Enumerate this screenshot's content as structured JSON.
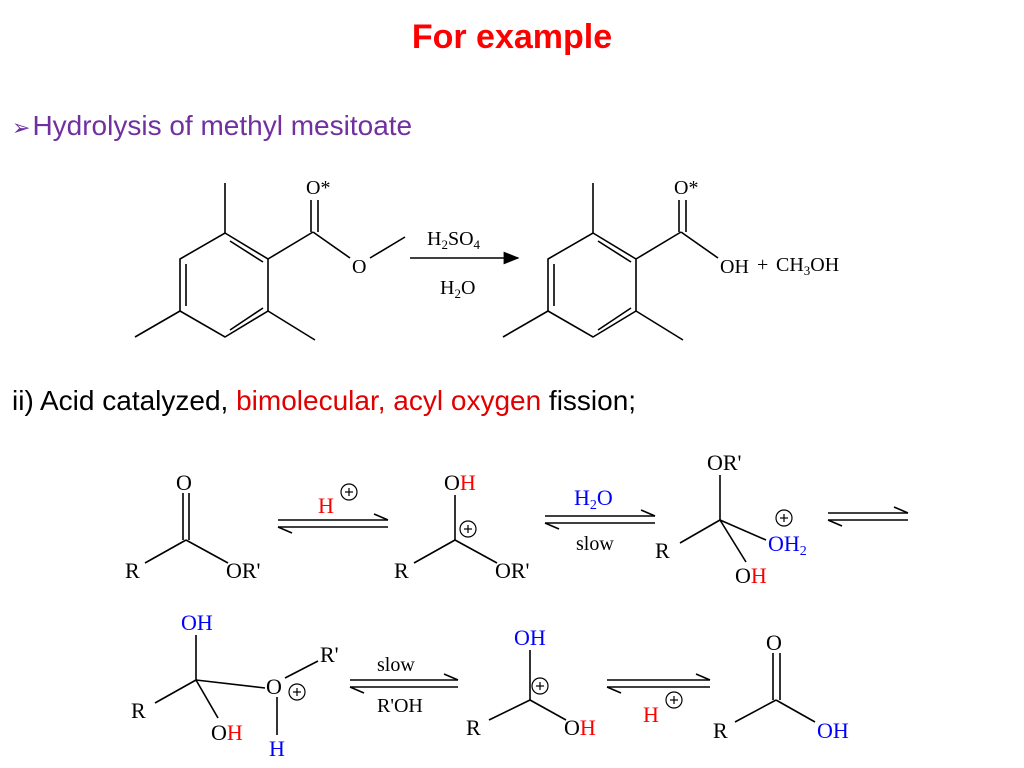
{
  "title": "For example",
  "bullet": {
    "marker": "➢",
    "text": "Hydrolysis of methyl mesitoate"
  },
  "subheading": {
    "prefix": "ii) Acid catalyzed, ",
    "highlight": "bimolecular, acyl oxygen",
    "suffix": " fission;"
  },
  "colors": {
    "title": "#ff0000",
    "bullet": "#7030a0",
    "highlight": "#e00000",
    "reagent_red": "#ff0000",
    "reagent_blue": "#0000ff"
  },
  "reaction1": {
    "ester_carbonyl_O": "O*",
    "ester_O": "O",
    "reagent_top": "H2SO4",
    "reagent_bottom": "H2O",
    "acid_carbonyl_O": "O*",
    "acid_OH": "OH",
    "plus": "+",
    "byproduct": "CH3OH"
  },
  "mechanism": {
    "s1": {
      "O": "O",
      "R": "R",
      "OR": "OR'"
    },
    "a1_reagent": "H",
    "s2": {
      "OH": "OH",
      "R": "R",
      "OR": "OR'"
    },
    "a2_top": "H2O",
    "a2_bottom": "slow",
    "s3": {
      "ORtop": "OR'",
      "R": "R",
      "OH2": "OH2",
      "OH": "OH"
    },
    "s4": {
      "OH": "OH",
      "R": "R",
      "OHb": "OH",
      "O": "O",
      "Rp": "R'",
      "H": "H"
    },
    "a4_top": "slow",
    "a4_bottom": "R'OH",
    "s5": {
      "OH": "OH",
      "R": "R",
      "OHb": "OH"
    },
    "a5_reagent": "H",
    "s6": {
      "O": "O",
      "R": "R",
      "OH": "OH"
    }
  }
}
